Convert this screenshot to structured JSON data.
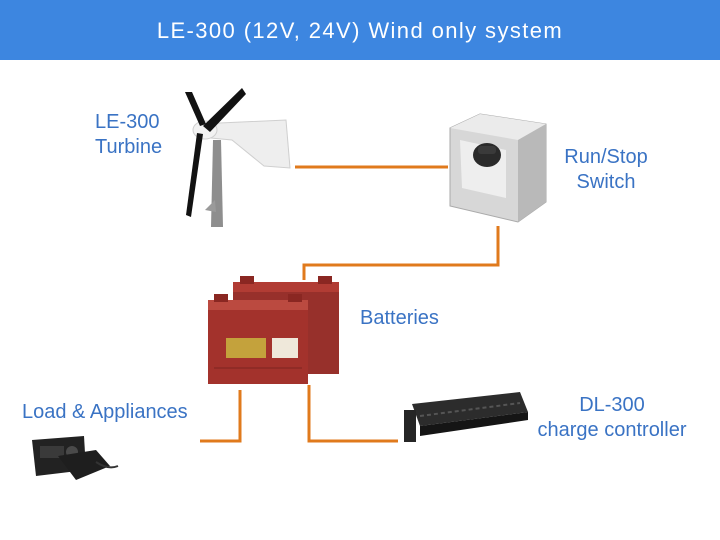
{
  "title": "LE-300 (12V, 24V) Wind only system",
  "components": {
    "turbine": {
      "line1": "LE-300",
      "line2": "Turbine",
      "icon": "wind-turbine-icon"
    },
    "switch": {
      "line1": "Run/Stop",
      "line2": "Switch",
      "icon": "rotary-switch-icon"
    },
    "batteries": {
      "label": "Batteries",
      "icon": "battery-bank-icon"
    },
    "load": {
      "label": "Load & Appliances",
      "icon": "radio-transceiver-icon"
    },
    "controller": {
      "line1": "DL-300",
      "line2": "charge controller",
      "icon": "charge-controller-icon"
    }
  },
  "colors": {
    "header": "#3d86e0",
    "label": "#3a73c4",
    "wire": "#e07a1c",
    "battery": "#a3322c"
  }
}
